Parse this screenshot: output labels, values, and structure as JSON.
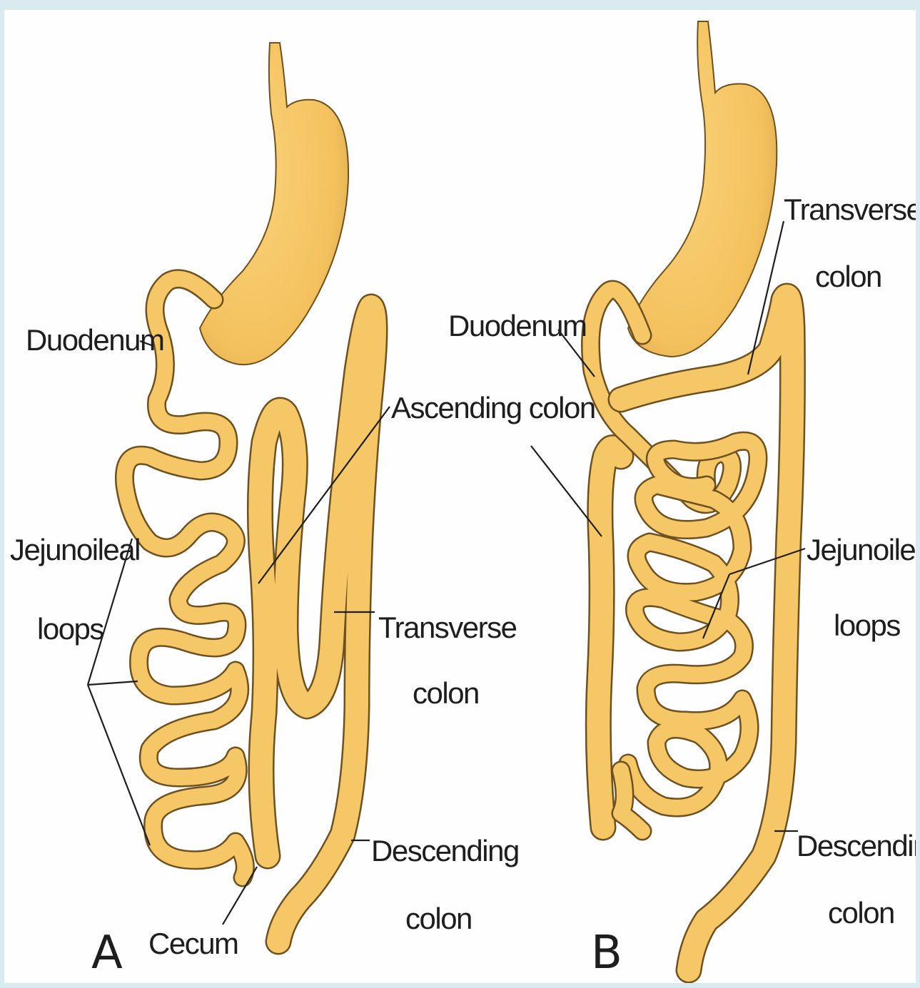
{
  "colors": {
    "organ": "#f6c766",
    "organ_shadow": "#c89638",
    "outline": "#6e5120",
    "label": "#1e1e1e",
    "background": "#fefefe",
    "border": "#d9ebee"
  },
  "panel_a": {
    "letter": "A",
    "duodenum": "Duodenum",
    "jejunoileal_1": "Jejunoileal",
    "jejunoileal_2": "loops",
    "ascending_colon": "Ascending colon",
    "transverse_1": "Transverse",
    "transverse_2": "colon",
    "descending_1": "Descending",
    "descending_2": "colon",
    "cecum": "Cecum"
  },
  "panel_b": {
    "letter": "B",
    "transverse_1": "Transverse",
    "transverse_2": "colon",
    "duodenum": "Duodenum",
    "jejunoileal_1": "Jejunoileal",
    "jejunoileal_2": "loops",
    "descending_1": "Descending",
    "descending_2": "colon"
  }
}
